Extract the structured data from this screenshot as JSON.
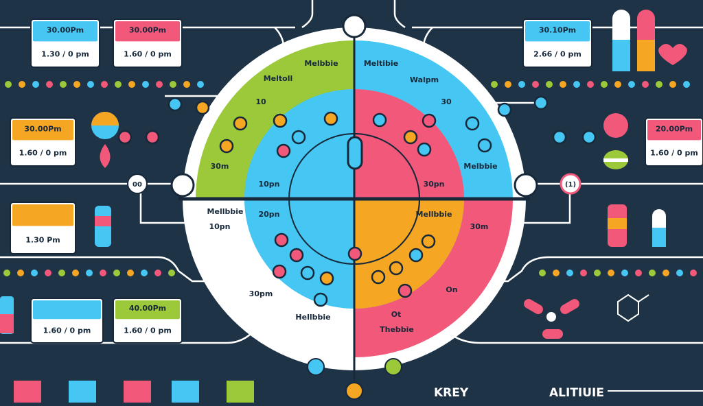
{
  "colors": {
    "background": "#1f3346",
    "line": "#ffffff",
    "blue": "#46c6f2",
    "pink": "#f2587a",
    "green": "#9cc93a",
    "orange": "#f5a623",
    "cream": "#ffffff",
    "dark": "#16283a"
  },
  "cards": [
    {
      "time": "30.00Pm",
      "sub": "1.30 / 0 pm"
    },
    {
      "time": "30.00Pm",
      "sub": "1.60 / 0 pm"
    },
    {
      "time": "30.10Pm",
      "sub": "2.66 / 0 pm"
    },
    {
      "time": "30.00Pm",
      "sub": "1.60 / 0 pm"
    },
    {
      "time": "20.00Pm",
      "sub": "1.60 / 0 pm"
    },
    {
      "time": "",
      "sub": "1.30 Pm"
    },
    {
      "time": "",
      "sub": "1.60 / 0 pm"
    },
    {
      "time": "40.00Pm",
      "sub": "1.60 / 0 pm"
    }
  ],
  "wheel": {
    "labels": [
      "Meltoll",
      "Melbbie",
      "Meltibie",
      "Walpm",
      "10",
      "30",
      "30m",
      "10pn",
      "30pn",
      "Melbbie",
      "Mellbbie",
      "10pn",
      "20pn",
      "Mellbbie",
      "30m",
      "30pm",
      "On",
      "Hellbbie",
      "Ot",
      "Thebbie"
    ]
  },
  "side_badges": [
    "00",
    "(1)"
  ],
  "footer": {
    "left": "KREY",
    "right": "ALITIUIE"
  },
  "icons": [
    "pill-icon",
    "drop-icon",
    "heart-icon",
    "molecule-icon",
    "capsule-icon",
    "bottle-icon"
  ]
}
